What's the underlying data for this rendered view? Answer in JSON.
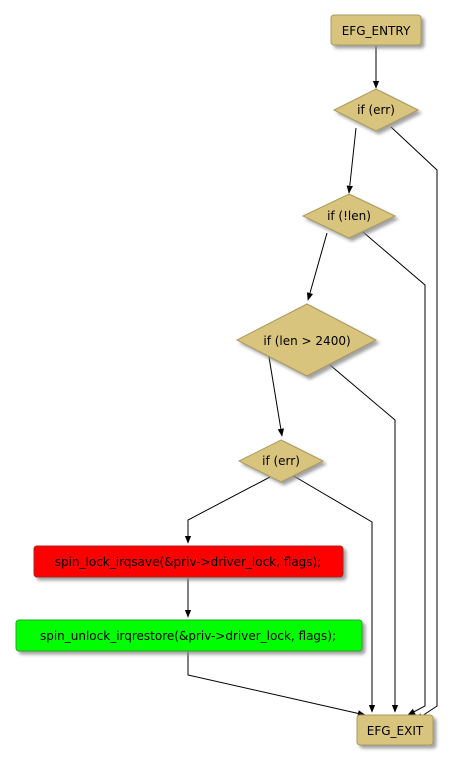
{
  "diagram": {
    "colors": {
      "node_fill": "#D9C47E",
      "node_stroke": "#A89A5E",
      "lock_fill": "#FF0000",
      "unlock_fill": "#00FF00",
      "shadow": "#9A9A9A",
      "edge": "#000000"
    },
    "nodes": {
      "entry": "EFG_ENTRY",
      "if_err_1": "if (err)",
      "if_not_len": "if (!len)",
      "if_len_gt": "if (len > 2400)",
      "if_err_2": "if (err)",
      "spin_lock": "spin_lock_irqsave(&priv->driver_lock, flags);",
      "spin_unlock": "spin_unlock_irqrestore(&priv->driver_lock, flags);",
      "exit": "EFG_EXIT"
    }
  }
}
